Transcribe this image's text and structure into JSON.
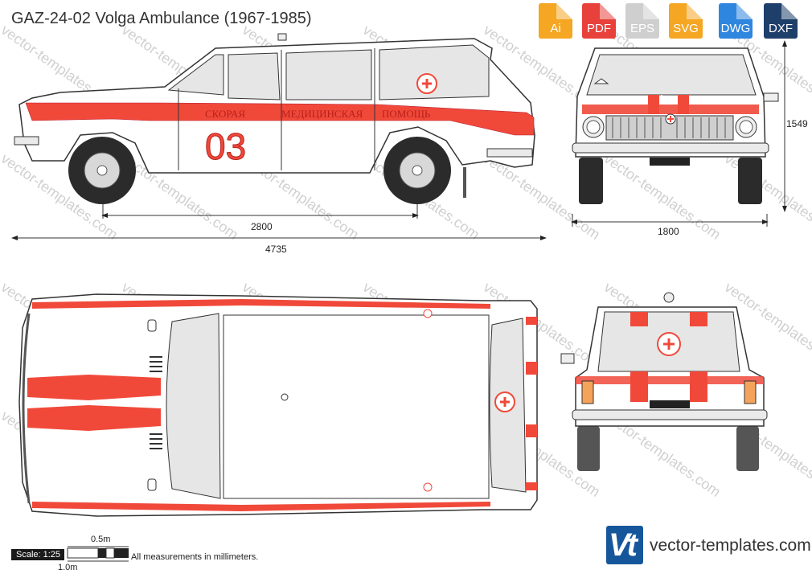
{
  "title": "GAZ-24-02 Volga Ambulance (1967-1985)",
  "formats": [
    {
      "label": "Ai",
      "color": "#f5a623"
    },
    {
      "label": "PDF",
      "color": "#e8413c"
    },
    {
      "label": "EPS",
      "color": "#cfcfcf"
    },
    {
      "label": "SVG",
      "color": "#f5a623"
    },
    {
      "label": "DWG",
      "color": "#2f86de"
    },
    {
      "label": "DXF",
      "color": "#1f3f6b"
    }
  ],
  "side_view": {
    "text_line1": "СКОРАЯ",
    "text_line2": "МЕДИЦИНСКАЯ",
    "text_line3": "ПОМОЩЬ",
    "number": "03"
  },
  "dimensions": {
    "wheelbase": "2800",
    "length": "4735",
    "width": "1800",
    "height": "1549"
  },
  "scale": {
    "label": "Scale: 1:25",
    "half_meter": "0.5m",
    "one_meter": "1.0m",
    "note": "All measurements in millimeters."
  },
  "watermark": "vector-templates.com",
  "brand": {
    "logo_text": "Vt",
    "site": "vector-templates.com"
  },
  "colors": {
    "stripe_red": "#f0493a",
    "body": "#ffffff",
    "glass": "#e6e6e6",
    "tire": "#2b2b2b",
    "logo_blue": "#16579b"
  }
}
